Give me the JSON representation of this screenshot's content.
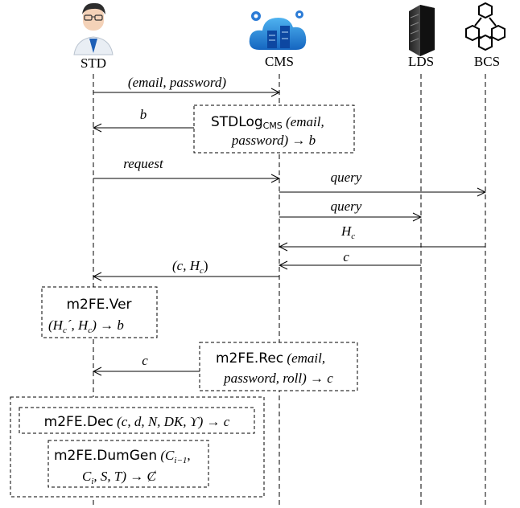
{
  "actors": {
    "std": "STD",
    "cms": "CMS",
    "lds": "LDS",
    "bcs": "BCS"
  },
  "messages": {
    "m1": "(email, password)",
    "m2": "b",
    "m3": "request",
    "m4": "query",
    "m5": "query",
    "m6": "H",
    "m6_sub": "c",
    "m7": "c",
    "m8_open": "(c, H",
    "m8_sub": "c",
    "m8_close": ")",
    "m9": "c"
  },
  "boxes": {
    "stdlog": {
      "name": "STDLog",
      "name_sub": "CMS",
      "line1_rest": "(email,",
      "line2": "password) → b"
    },
    "ver": {
      "name": "m2FE.Ver",
      "line2": "(H",
      "line2_sub": "c",
      "line2_mid": "´, H",
      "line2_sub2": "c",
      "line2_end": ") → b"
    },
    "rec": {
      "name": "m2FE.Rec",
      "line1_rest": "(email,",
      "line2": "password, roll) → c"
    },
    "dec": {
      "name": "m2FE.Dec",
      "args": "(c, d, N, DK, ϒ) → c"
    },
    "dumgen": {
      "name": "m2FE.DumGen",
      "line1_rest": "(C",
      "line1_sub": "i−1",
      "line1_end": ",",
      "line2": "C",
      "line2_sub": "i",
      "line2_end": ", S, T) → Ȼ"
    }
  },
  "icons": {
    "std": "doctor-avatar-icon",
    "cms": "cloud-server-icon",
    "lds": "database-server-icon",
    "bcs": "blockchain-network-icon"
  }
}
